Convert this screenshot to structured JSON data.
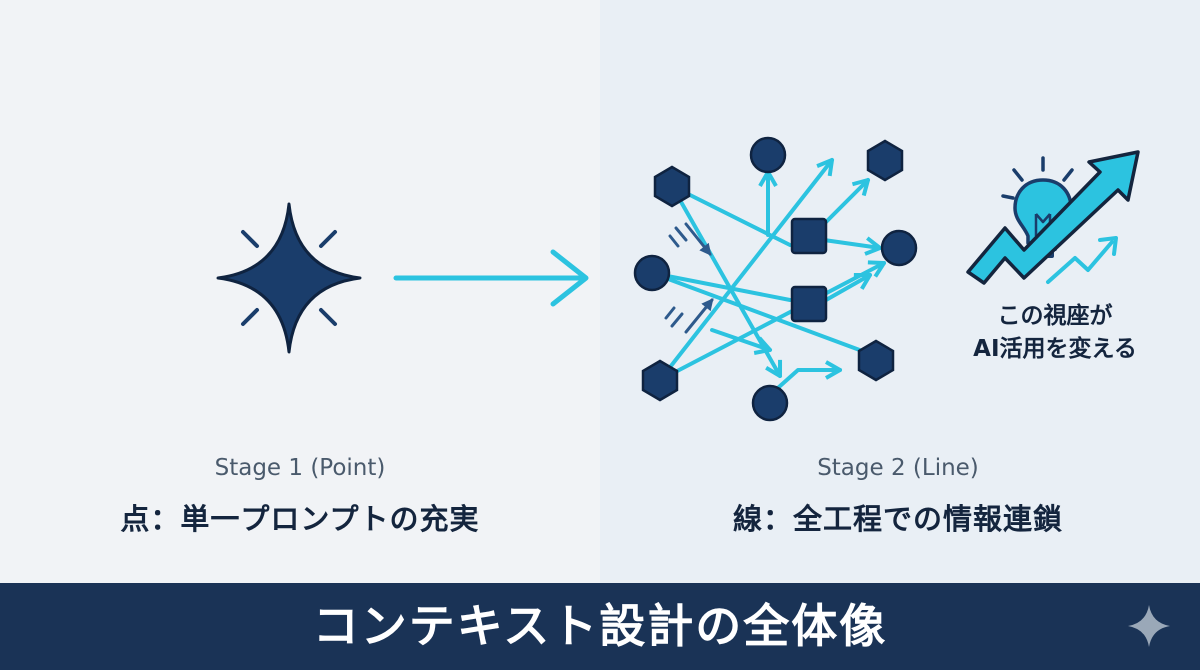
{
  "stage1": {
    "title": "Stage 1 (Point)",
    "description": "点：単一プロンプトの充実",
    "icon": "sparkle-icon"
  },
  "stage2": {
    "title": "Stage 2 (Line)",
    "description": "線：全工程での情報連鎖",
    "icon": "network-icon"
  },
  "callout": {
    "line1": "この視座が",
    "line2": "AI活用を変える",
    "icon": "lightbulb-icon"
  },
  "footer": {
    "title": "コンテキスト設計の全体像"
  },
  "colors": {
    "navy": "#1a3d6b",
    "dark_navy": "#14253e",
    "cyan": "#2cc3e0",
    "footer_bg": "#1a3356",
    "left_bg": "#f1f3f6",
    "right_bg": "#e9eff5"
  }
}
